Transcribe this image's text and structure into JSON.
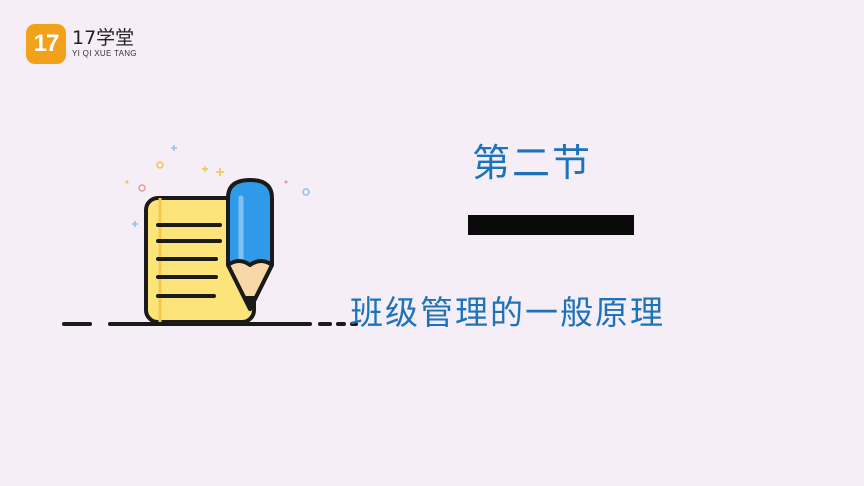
{
  "logo": {
    "badge_text": "17",
    "name": "17学堂",
    "subtitle": "YI QI XUE TANG",
    "brand_color": "#f2a21a"
  },
  "slide": {
    "section_number": "第二节",
    "title": "班级管理的一般原理",
    "title_color": "#1d73bb",
    "background_color": "#f5eef6"
  },
  "illustration": {
    "icons": [
      "notepad-icon",
      "pencil-icon"
    ],
    "note_color": "#fde47a",
    "pencil_color": "#2f9be8"
  }
}
